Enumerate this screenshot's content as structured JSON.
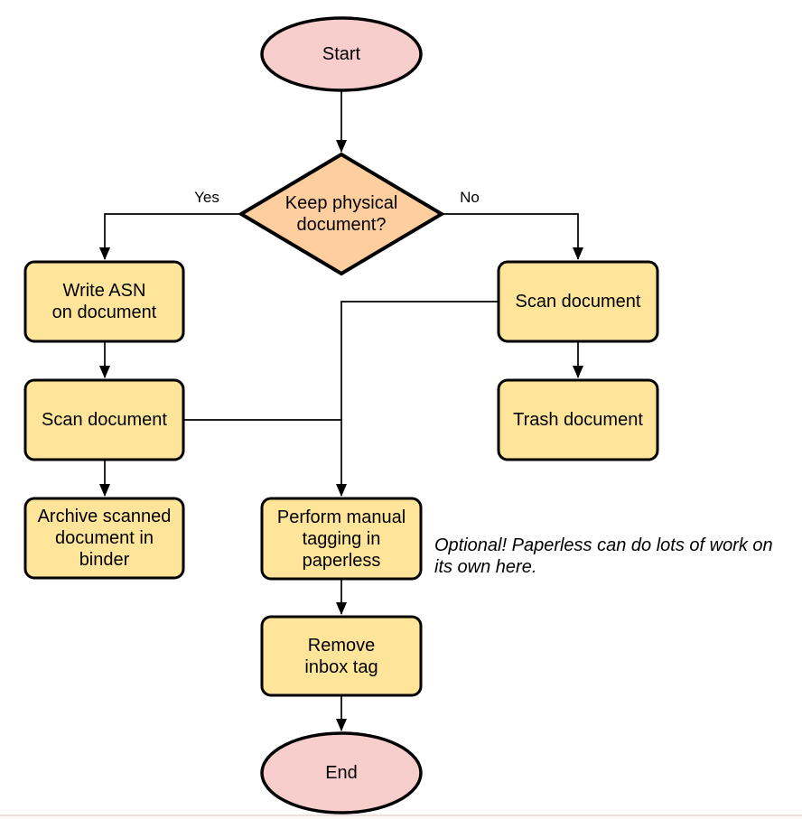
{
  "colors": {
    "terminal_fill": "#F8CECC",
    "decision_fill": "#FFCE9F",
    "process_fill": "#FFE599",
    "stroke": "#000000",
    "background": "#FFFFFF"
  },
  "nodes": {
    "start": {
      "type": "terminal",
      "label": "Start"
    },
    "decision": {
      "type": "decision",
      "label": "Keep physical\ndocument?"
    },
    "write_asn": {
      "type": "process",
      "label": "Write ASN\non document"
    },
    "scan_left": {
      "type": "process",
      "label": "Scan document"
    },
    "archive": {
      "type": "process",
      "label": "Archive scanned\ndocument in\nbinder"
    },
    "scan_right": {
      "type": "process",
      "label": "Scan document"
    },
    "trash": {
      "type": "process",
      "label": "Trash document"
    },
    "tagging": {
      "type": "process",
      "label": "Perform manual\ntagging in\npaperless"
    },
    "remove_inbox": {
      "type": "process",
      "label": "Remove\ninbox tag"
    },
    "end": {
      "type": "terminal",
      "label": "End"
    }
  },
  "edges": {
    "yes_label": "Yes",
    "no_label": "No"
  },
  "note": {
    "text": "Optional! Paperless can do lots of work on\nits own here."
  }
}
